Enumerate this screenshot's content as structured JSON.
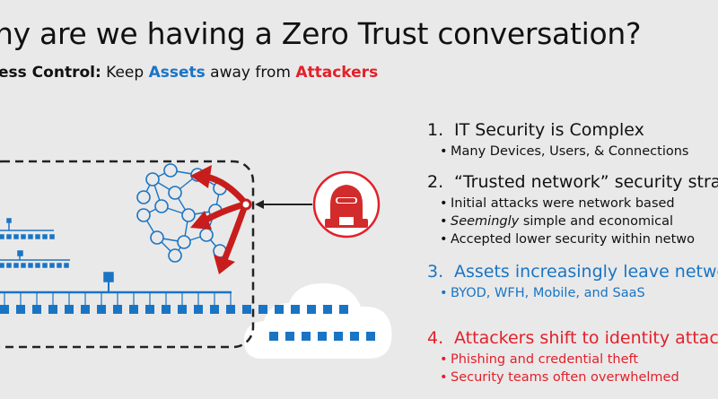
{
  "title": "hy are we having a Zero Trust conversation?",
  "subtitle": {
    "part1": "ess Control:",
    "part2": " Keep ",
    "assets": "Assets",
    "part3": " away from ",
    "attackers": "Attackers"
  },
  "points": [
    {
      "number": "1.",
      "heading": "IT Security is Complex",
      "bullets": [
        "Many Devices, Users, & Connections"
      ]
    },
    {
      "number": "2.",
      "heading": "“Trusted network” security stra",
      "bullets": [
        "Initial attacks were network based",
        "simple and economical",
        "Accepted lower security within netwo"
      ],
      "italic_prefix": "Seemingly"
    },
    {
      "number": "3.",
      "heading": "Assets increasingly leave netwo",
      "bullets": [
        "BYOD, WFH, Mobile, and SaaS"
      ]
    },
    {
      "number": "4.",
      "heading": "Attackers shift to identity attac",
      "bullets": [
        "Phishing and credential theft",
        "Security teams often overwhelmed"
      ]
    }
  ],
  "colors": {
    "blue": "#1a74c4",
    "red": "#e3202a",
    "arrow": "#c81d1d"
  },
  "icons": {
    "attacker": "hacker-icon",
    "network": "people-network-icon",
    "cloud": "cloud-icon"
  }
}
